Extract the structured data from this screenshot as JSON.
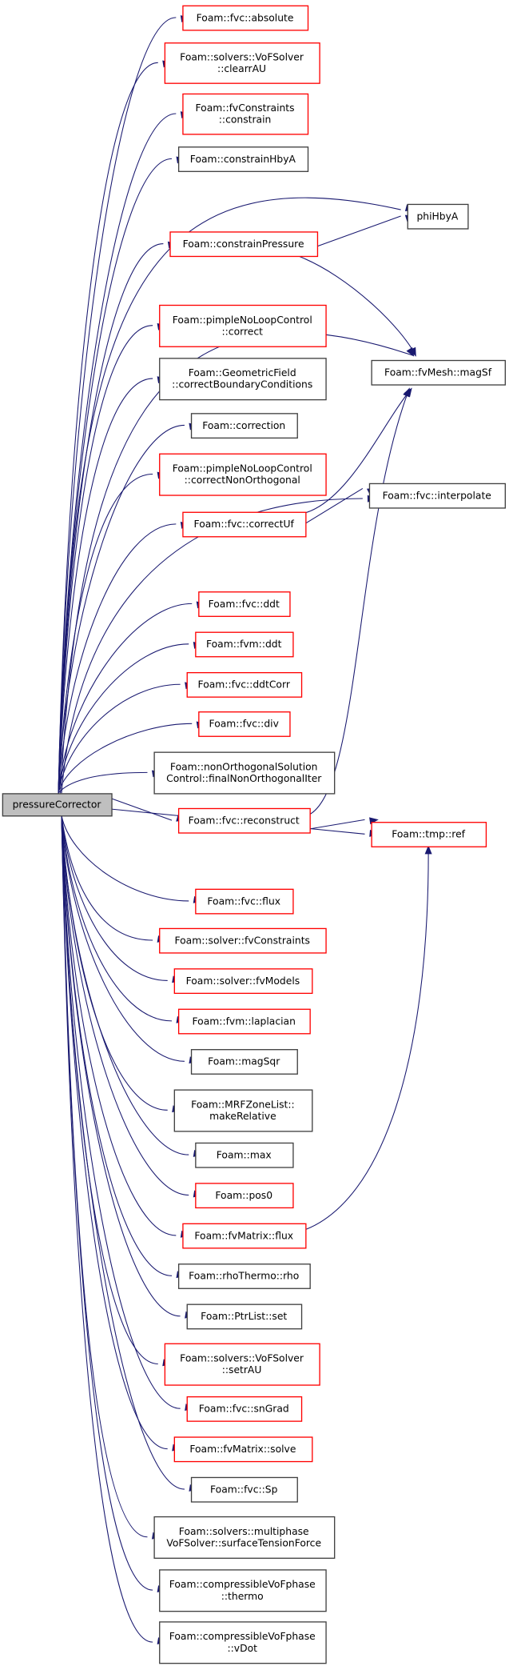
{
  "root": {
    "id": "root",
    "lines": [
      "pressureCorrector"
    ],
    "style": "root"
  },
  "nodes": [
    {
      "id": "n1",
      "lines": [
        "Foam::fvc::absolute"
      ],
      "style": "red"
    },
    {
      "id": "n2",
      "lines": [
        "Foam::solvers::VoFSolver",
        "::clearrAU"
      ],
      "style": "red"
    },
    {
      "id": "n3",
      "lines": [
        "Foam::fvConstraints",
        "::constrain"
      ],
      "style": "red"
    },
    {
      "id": "n4",
      "lines": [
        "Foam::constrainHbyA"
      ],
      "style": "black"
    },
    {
      "id": "n5",
      "lines": [
        "Foam::constrainPressure"
      ],
      "style": "red"
    },
    {
      "id": "n6",
      "lines": [
        "Foam::pimpleNoLoopControl",
        "::correct"
      ],
      "style": "red"
    },
    {
      "id": "n7",
      "lines": [
        "Foam::GeometricField",
        "::correctBoundaryConditions"
      ],
      "style": "black"
    },
    {
      "id": "n8",
      "lines": [
        "Foam::correction"
      ],
      "style": "black"
    },
    {
      "id": "n9",
      "lines": [
        "Foam::pimpleNoLoopControl",
        "::correctNonOrthogonal"
      ],
      "style": "red"
    },
    {
      "id": "n10",
      "lines": [
        "Foam::fvc::correctUf"
      ],
      "style": "red"
    },
    {
      "id": "n11",
      "lines": [
        "Foam::fvc::ddt"
      ],
      "style": "red"
    },
    {
      "id": "n12",
      "lines": [
        "Foam::fvm::ddt"
      ],
      "style": "red"
    },
    {
      "id": "n13",
      "lines": [
        "Foam::fvc::ddtCorr"
      ],
      "style": "red"
    },
    {
      "id": "n14",
      "lines": [
        "Foam::fvc::div"
      ],
      "style": "red"
    },
    {
      "id": "n15",
      "lines": [
        "Foam::nonOrthogonalSolution",
        "Control::finalNonOrthogonalIter"
      ],
      "style": "black"
    },
    {
      "id": "n16",
      "lines": [
        "Foam::fvc::reconstruct"
      ],
      "style": "red"
    },
    {
      "id": "n17",
      "lines": [
        "Foam::fvc::flux"
      ],
      "style": "red"
    },
    {
      "id": "n18",
      "lines": [
        "Foam::solver::fvConstraints"
      ],
      "style": "red"
    },
    {
      "id": "n19",
      "lines": [
        "Foam::solver::fvModels"
      ],
      "style": "red"
    },
    {
      "id": "n20",
      "lines": [
        "Foam::fvm::laplacian"
      ],
      "style": "red"
    },
    {
      "id": "n21",
      "lines": [
        "Foam::magSqr"
      ],
      "style": "black"
    },
    {
      "id": "n22",
      "lines": [
        "Foam::MRFZoneList::",
        "makeRelative"
      ],
      "style": "black"
    },
    {
      "id": "n23",
      "lines": [
        "Foam::max"
      ],
      "style": "black"
    },
    {
      "id": "n24",
      "lines": [
        "Foam::pos0"
      ],
      "style": "red"
    },
    {
      "id": "n25",
      "lines": [
        "Foam::fvMatrix::flux"
      ],
      "style": "red"
    },
    {
      "id": "n26",
      "lines": [
        "Foam::rhoThermo::rho"
      ],
      "style": "black"
    },
    {
      "id": "n27",
      "lines": [
        "Foam::PtrList::set"
      ],
      "style": "black"
    },
    {
      "id": "n28",
      "lines": [
        "Foam::solvers::VoFSolver",
        "::setrAU"
      ],
      "style": "red"
    },
    {
      "id": "n29",
      "lines": [
        "Foam::fvc::snGrad"
      ],
      "style": "red"
    },
    {
      "id": "n30",
      "lines": [
        "Foam::fvMatrix::solve"
      ],
      "style": "red"
    },
    {
      "id": "n31",
      "lines": [
        "Foam::fvc::Sp"
      ],
      "style": "black"
    },
    {
      "id": "n32",
      "lines": [
        "Foam::solvers::multiphase",
        "VoFSolver::surfaceTensionForce"
      ],
      "style": "black"
    },
    {
      "id": "n33",
      "lines": [
        "Foam::compressibleVoFphase",
        "::thermo"
      ],
      "style": "black"
    },
    {
      "id": "n34",
      "lines": [
        "Foam::compressibleVoFphase",
        "::vDot"
      ],
      "style": "black"
    },
    {
      "id": "r1",
      "lines": [
        "phiHbyA"
      ],
      "style": "black"
    },
    {
      "id": "r2",
      "lines": [
        "Foam::fvMesh::magSf"
      ],
      "style": "black"
    },
    {
      "id": "r3",
      "lines": [
        "Foam::fvc::interpolate"
      ],
      "style": "black"
    },
    {
      "id": "r4",
      "lines": [
        "Foam::tmp::ref"
      ],
      "style": "red"
    }
  ],
  "edges": [
    [
      "root",
      "n1"
    ],
    [
      "root",
      "n2"
    ],
    [
      "root",
      "n3"
    ],
    [
      "root",
      "n4"
    ],
    [
      "root",
      "r1"
    ],
    [
      "root",
      "n5"
    ],
    [
      "root",
      "r2"
    ],
    [
      "root",
      "n6"
    ],
    [
      "root",
      "n7"
    ],
    [
      "root",
      "n8"
    ],
    [
      "root",
      "n9"
    ],
    [
      "root",
      "n10"
    ],
    [
      "root",
      "r3"
    ],
    [
      "root",
      "n11"
    ],
    [
      "root",
      "n12"
    ],
    [
      "root",
      "n13"
    ],
    [
      "root",
      "n14"
    ],
    [
      "root",
      "n15"
    ],
    [
      "root",
      "n16"
    ],
    [
      "root",
      "r4"
    ],
    [
      "root",
      "n17"
    ],
    [
      "root",
      "n18"
    ],
    [
      "root",
      "n19"
    ],
    [
      "root",
      "n20"
    ],
    [
      "root",
      "n21"
    ],
    [
      "root",
      "n22"
    ],
    [
      "root",
      "n23"
    ],
    [
      "root",
      "n24"
    ],
    [
      "root",
      "n25"
    ],
    [
      "root",
      "n26"
    ],
    [
      "root",
      "n27"
    ],
    [
      "root",
      "n28"
    ],
    [
      "root",
      "n29"
    ],
    [
      "root",
      "n30"
    ],
    [
      "root",
      "n31"
    ],
    [
      "root",
      "n32"
    ],
    [
      "root",
      "n33"
    ],
    [
      "root",
      "n34"
    ],
    [
      "n5",
      "r1"
    ],
    [
      "n5",
      "r2"
    ],
    [
      "n10",
      "r2"
    ],
    [
      "n10",
      "r3"
    ],
    [
      "n16",
      "r2"
    ],
    [
      "n16",
      "r4"
    ],
    [
      "n25",
      "r4"
    ]
  ],
  "colors": {
    "edge": "#191970",
    "red_border": "#ff0000",
    "black_border": "#404040",
    "root_fill": "#bfbfbf"
  }
}
